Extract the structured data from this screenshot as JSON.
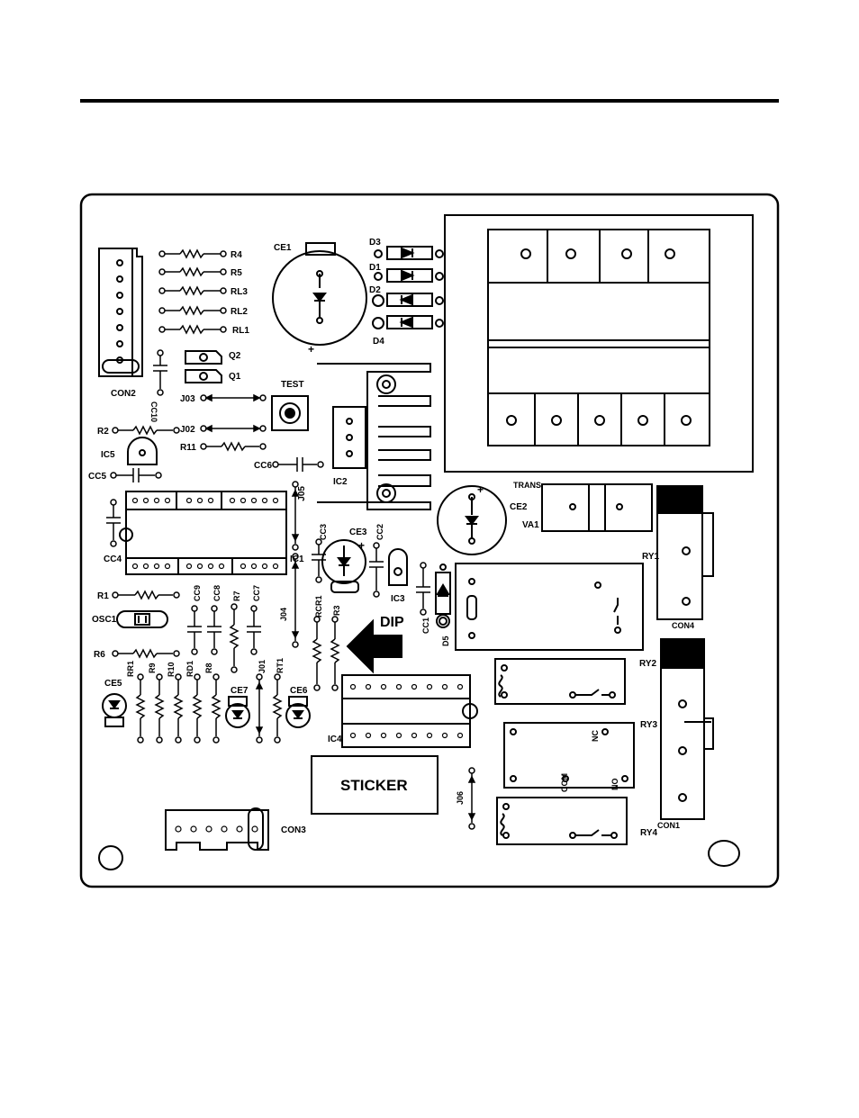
{
  "labels": {
    "r4": "R4",
    "r5": "R5",
    "rl3": "RL3",
    "rl2": "RL2",
    "rl1": "RL1",
    "q2": "Q2",
    "q1": "Q1",
    "con2": "CON2",
    "cc10": "CC10",
    "j03": "J03",
    "j02": "J02",
    "r2": "R2",
    "r11": "R11",
    "ic5": "IC5",
    "cc5": "CC5",
    "cc6": "CC6",
    "cc4": "CC4",
    "ic1": "IC1",
    "ic2": "IC2",
    "test": "TEST",
    "ce1": "CE1",
    "d3": "D3",
    "d1": "D1",
    "d2": "D2",
    "d4": "D4",
    "j05": "J05",
    "cc3": "CC3",
    "ce3": "CE3",
    "cc2": "CC2",
    "ic3": "IC3",
    "ce2": "CE2",
    "trans": "TRANS",
    "va1": "VA1",
    "ry1": "RY1",
    "con4": "CON4",
    "r1": "R1",
    "osc1": "OSC1",
    "r6": "R6",
    "cc9": "CC9",
    "cc8": "CC8",
    "r7": "R7",
    "cc7": "CC7",
    "j04": "J04",
    "rcr1": "RCR1",
    "r3": "R3",
    "dip": "DIP",
    "cc1": "CC1",
    "d5": "D5",
    "ry2": "RY2",
    "ry3": "RY3",
    "rr1": "RR1",
    "r9": "R9",
    "r10": "R10",
    "rd1": "RD1",
    "r8": "R8",
    "j01": "J01",
    "rt1": "RT1",
    "ce5": "CE5",
    "ce7": "CE7",
    "ce6": "CE6",
    "ic4": "IC4",
    "sticker": "STICKER",
    "j06": "J06",
    "con1": "CON1",
    "ry4": "RY4",
    "con3": "CON3",
    "nc": "NC",
    "com": "COM",
    "no": "NO"
  },
  "colors": {
    "ink": "#000000",
    "paper": "#ffffff"
  }
}
